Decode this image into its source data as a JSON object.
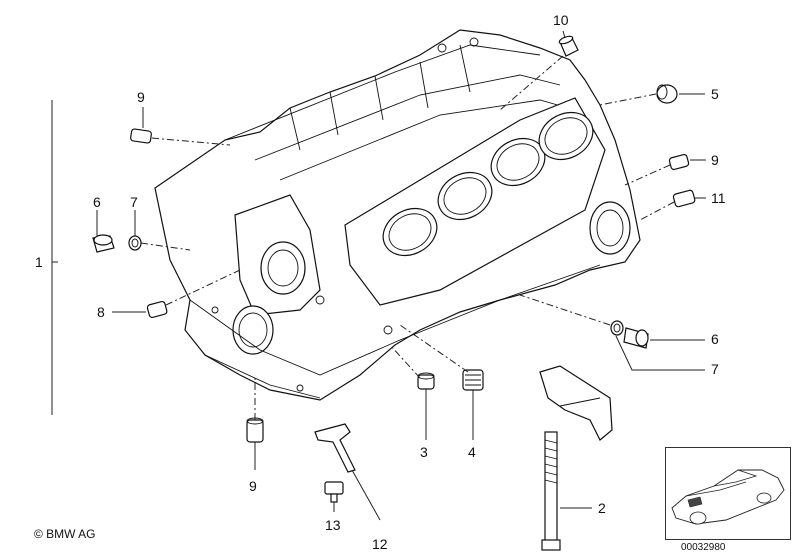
{
  "callouts": {
    "c1": "1",
    "c2": "2",
    "c3": "3",
    "c4": "4",
    "c5": "5",
    "c6_left": "6",
    "c6_right": "6",
    "c7_left": "7",
    "c7_right": "7",
    "c8": "8",
    "c9_top": "9",
    "c9_right": "9",
    "c9_bottom": "9",
    "c10": "10",
    "c11": "11",
    "c12": "12",
    "c13": "13"
  },
  "footer": {
    "copyright": "© BMW AG",
    "reference_number": "00032980"
  }
}
